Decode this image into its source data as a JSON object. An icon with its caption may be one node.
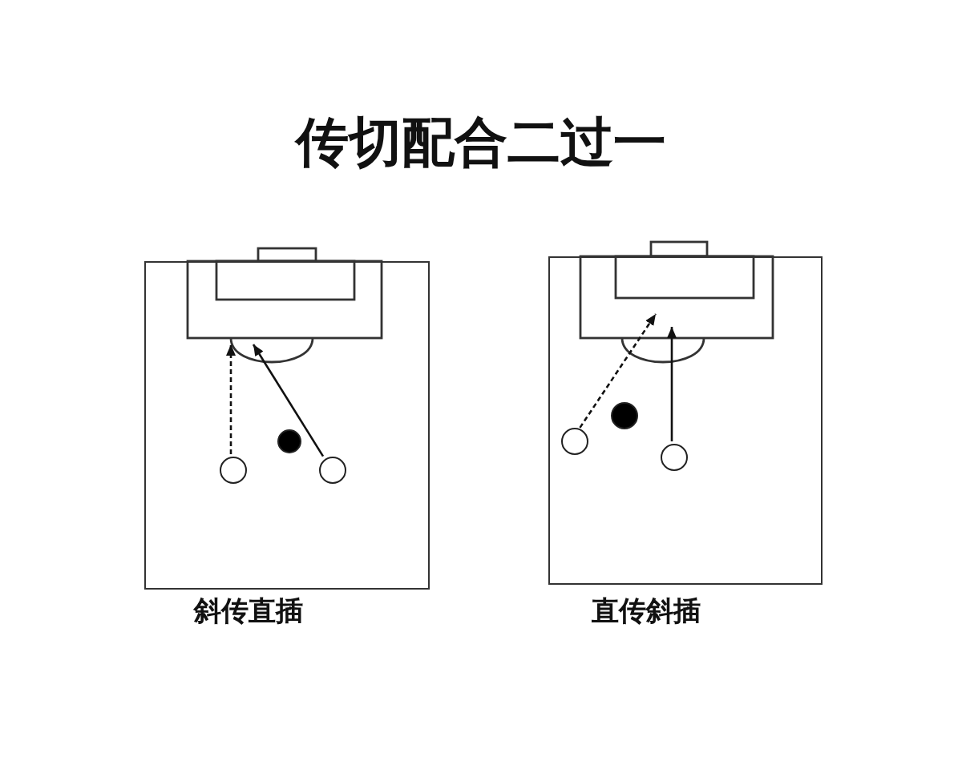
{
  "diagram": {
    "title": "传切配合二过一",
    "nodes": [
      {
        "text": [],
        "shape": "box",
        "beside": [
          "斜传直插"
        ]
      },
      {
        "text": [],
        "shape": "circle",
        "in": 0
      },
      {
        "text": [],
        "shape": "circle",
        "in": 0
      },
      {
        "text": [],
        "shape": "circle",
        "in": 0
      },
      {
        "text": [],
        "shape": "box",
        "beside": [
          "直传斜插"
        ]
      },
      {
        "text": [],
        "shape": "circle",
        "in": 4
      },
      {
        "text": [],
        "shape": "circle",
        "in": 4
      },
      {
        "text": [],
        "shape": "circle",
        "in": 4
      }
    ],
    "edges": [
      {
        "from": 1,
        "to": null,
        "arrow": "to",
        "style": "dashed"
      },
      {
        "from": 3,
        "to": null,
        "arrow": "to"
      },
      {
        "from": 5,
        "to": null,
        "arrow": "to",
        "style": "dashed"
      },
      {
        "from": 7,
        "to": null,
        "arrow": "to"
      }
    ]
  }
}
